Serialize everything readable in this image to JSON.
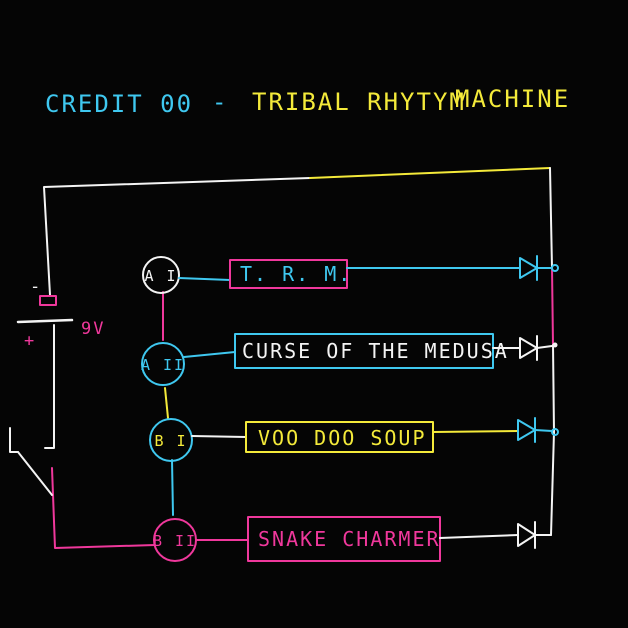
{
  "title": {
    "part1": "CREDIT 00",
    "dash": "-",
    "part2": "TRIBAL RHYTYM",
    "part3": "MACHINE"
  },
  "battery": {
    "minus": "-",
    "plus": "+",
    "voltage": "9V"
  },
  "tracks": [
    {
      "side": "A I",
      "name": "T. R. M."
    },
    {
      "side": "A II",
      "name": "CURSE OF THE MEDUSA"
    },
    {
      "side": "B I",
      "name": "VOO DOO SOUP"
    },
    {
      "side": "B II",
      "name": "SNAKE CHARMER"
    }
  ],
  "colors": {
    "background": "#050505",
    "white": "#f4f4f4",
    "cyan": "#3fc8f0",
    "yellow": "#f4ea3a",
    "magenta": "#f0389c"
  }
}
